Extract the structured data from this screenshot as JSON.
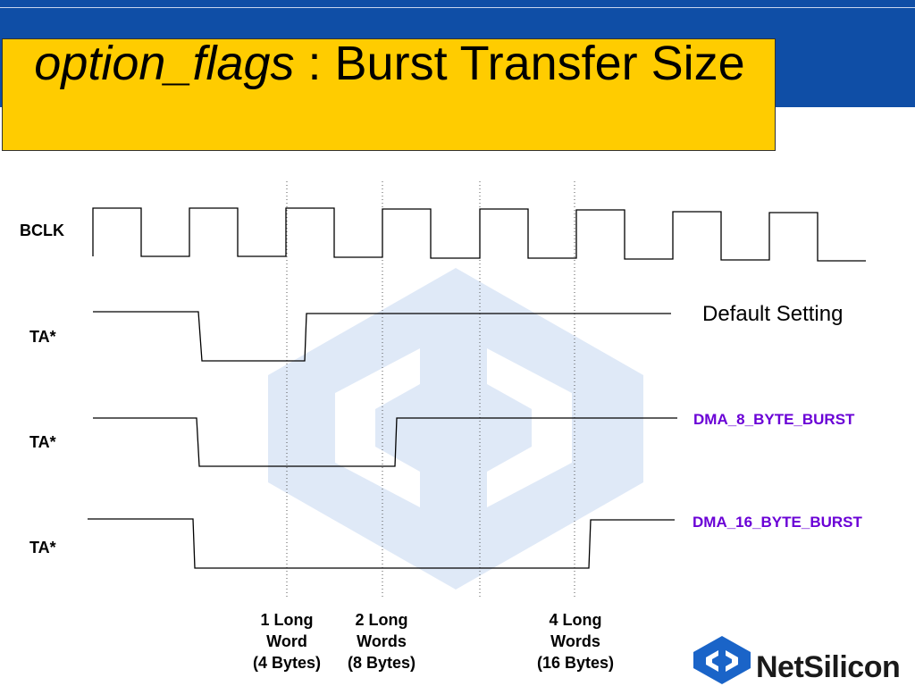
{
  "title": {
    "emphasis": "option_flags",
    "rest": " : Burst Transfer Size"
  },
  "signals": {
    "bclk": "BCLK",
    "ta1": "TA*",
    "ta2": "TA*",
    "ta3": "TA*"
  },
  "settings": {
    "default": "Default Setting",
    "byte8": "DMA_8_BYTE_BURST",
    "byte16": "DMA_16_BYTE_BURST"
  },
  "annotations": [
    {
      "line1": "1 Long",
      "line2": "Word",
      "line3": "(4 Bytes)"
    },
    {
      "line1": "2 Long",
      "line2": "Words",
      "line3": "(8 Bytes)"
    },
    {
      "line1": "4 Long",
      "line2": "Words",
      "line3": "(16 Bytes)"
    }
  ],
  "logo": {
    "text": "NetSilicon"
  },
  "colors": {
    "band": "#0f4ea6",
    "title_bg": "#ffcc00",
    "option_text": "#6a00d6",
    "watermark": "#dfe9f7",
    "logo_icon": "#1a64c8"
  }
}
